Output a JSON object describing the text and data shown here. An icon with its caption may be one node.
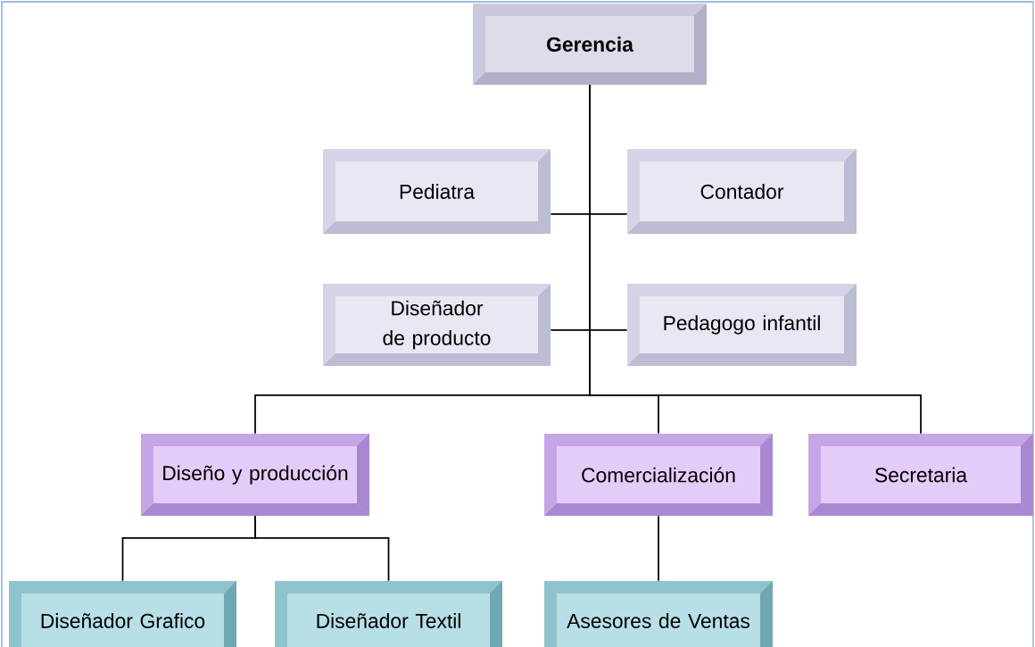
{
  "diagram": {
    "nodes": [
      {
        "text": [
          "Gerencia"
        ]
      },
      {
        "text": [
          "Pediatra"
        ]
      },
      {
        "text": [
          "Contador"
        ]
      },
      {
        "text": [
          "Diseñador de producto"
        ]
      },
      {
        "text": [
          "Pedagogo infantil"
        ]
      },
      {
        "text": [
          "Diseño y producción"
        ]
      },
      {
        "text": [
          "Comercialización"
        ]
      },
      {
        "text": [
          "Secretaria"
        ]
      },
      {
        "text": [
          "Diseñador Grafico"
        ]
      },
      {
        "text": [
          "Diseñador Textil"
        ]
      },
      {
        "text": [
          "Asesores de Ventas"
        ]
      }
    ],
    "edges": [
      {
        "from": 0,
        "to": 1,
        "arrow": "none"
      },
      {
        "from": 0,
        "to": 2,
        "arrow": "none"
      },
      {
        "from": 0,
        "to": 3,
        "arrow": "none"
      },
      {
        "from": 0,
        "to": 4,
        "arrow": "none"
      },
      {
        "from": 0,
        "to": 5,
        "arrow": "none"
      },
      {
        "from": 0,
        "to": 6,
        "arrow": "none"
      },
      {
        "from": 0,
        "to": 7,
        "arrow": "none"
      },
      {
        "from": 5,
        "to": 8,
        "arrow": "none"
      },
      {
        "from": 5,
        "to": 9,
        "arrow": "none"
      },
      {
        "from": 6,
        "to": 10,
        "arrow": "none"
      }
    ]
  }
}
